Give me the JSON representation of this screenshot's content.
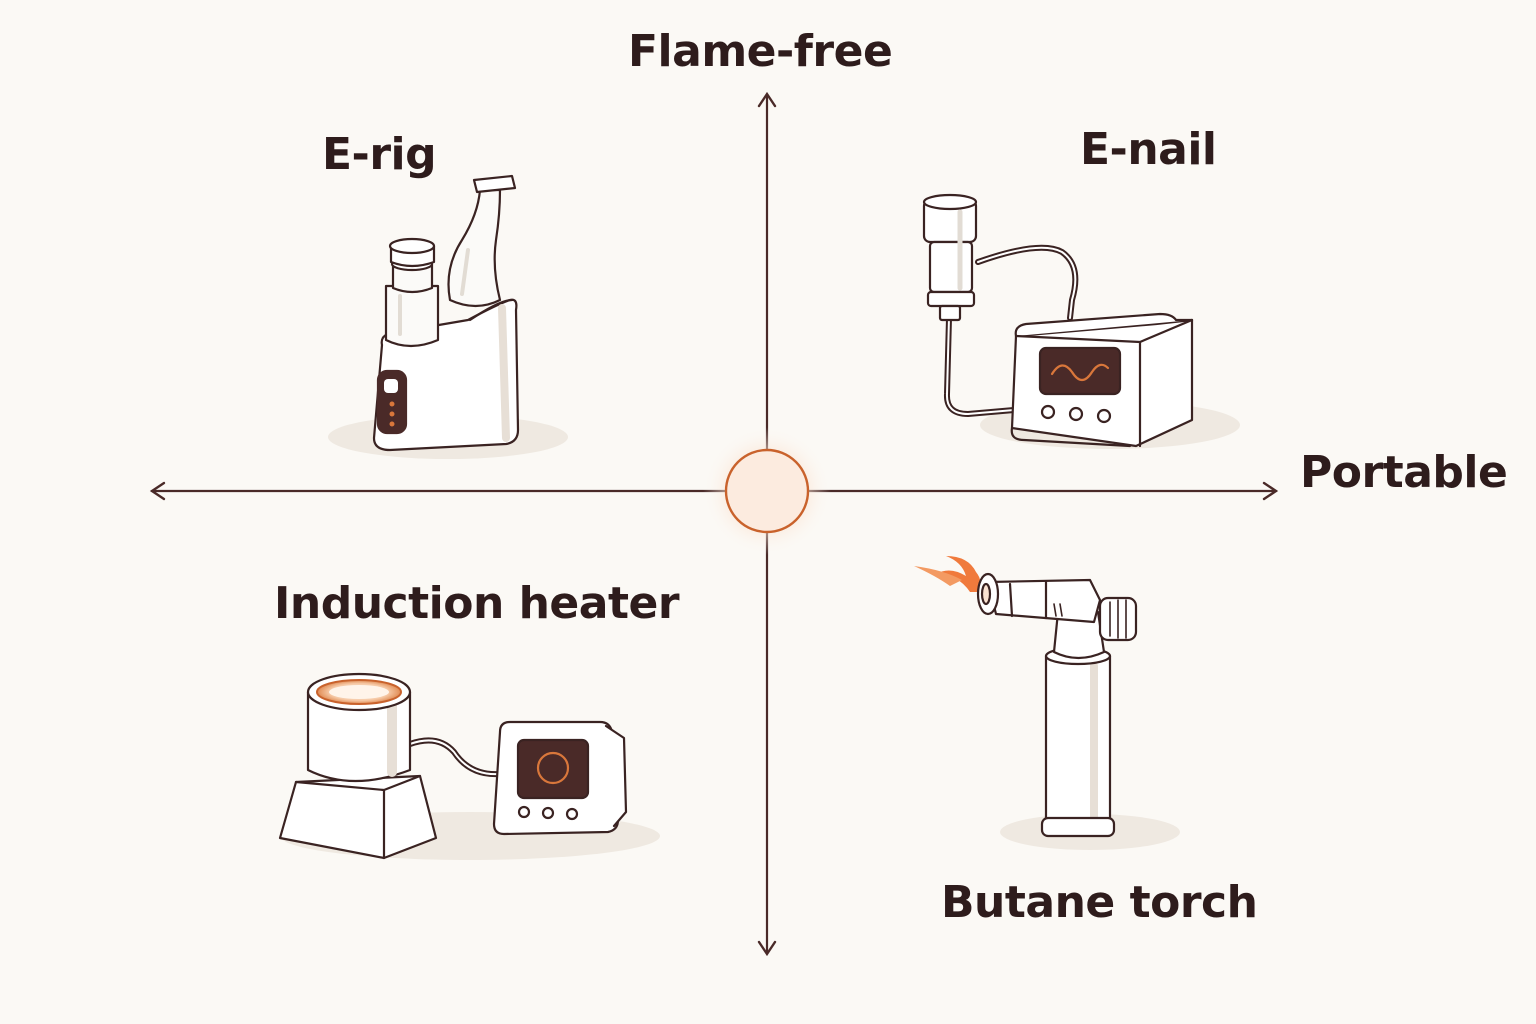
{
  "axes": {
    "top_label": "Flame-free",
    "right_label": "Portable"
  },
  "items": {
    "erig": {
      "label": "E-rig",
      "icon": "e-rig-icon"
    },
    "enail": {
      "label": "E-nail",
      "icon": "e-nail-icon"
    },
    "induction": {
      "label": "Induction heater",
      "icon": "induction-heater-icon"
    },
    "butane": {
      "label": "Butane torch",
      "icon": "butane-torch-icon"
    }
  },
  "colors": {
    "background": "#fbf9f5",
    "axis": "#4a2a28",
    "ink": "#2e1c1c",
    "accent": "#d9773b",
    "flame": "#f07a3c",
    "device_fill": "#ffffff",
    "shadow": "#efe9e1",
    "screen": "#4a2a28"
  }
}
